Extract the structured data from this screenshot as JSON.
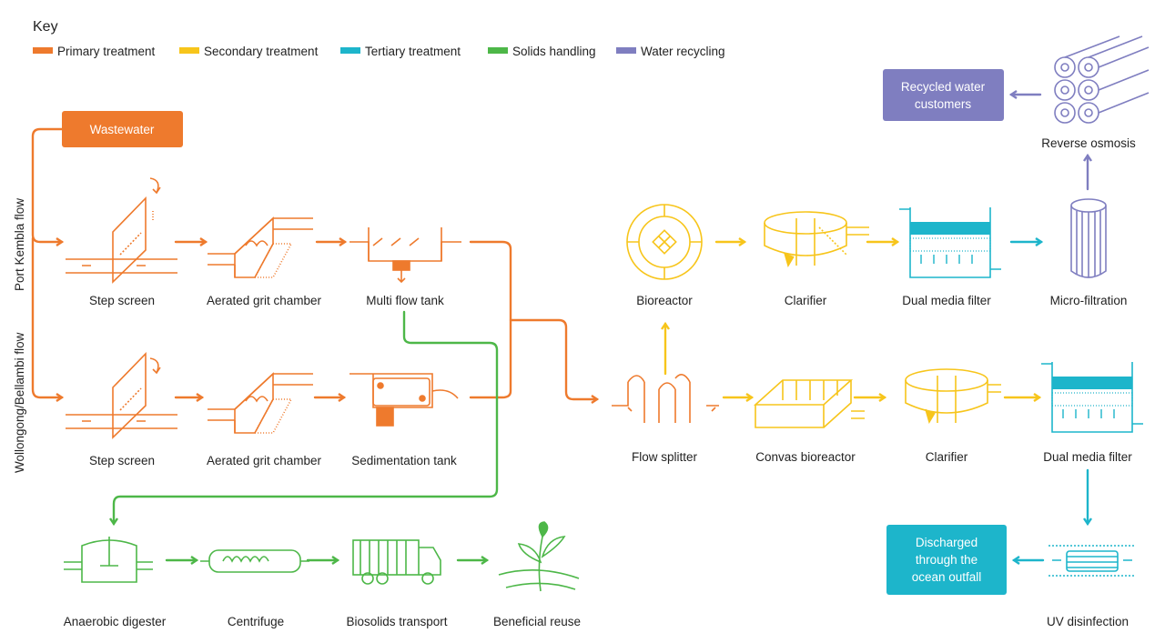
{
  "key": {
    "title": "Key",
    "items": [
      {
        "label": "Primary treatment",
        "color": "#EE7A2D"
      },
      {
        "label": "Secondary treatment",
        "color": "#F7C51B"
      },
      {
        "label": "Tertiary treatment",
        "color": "#1DB5CB"
      },
      {
        "label": "Solids handling",
        "color": "#4DB748"
      },
      {
        "label": "Water recycling",
        "color": "#7F7EC0"
      }
    ]
  },
  "flows": {
    "port_kembla": "Port Kembla flow",
    "wollongong": "Wollongong/Bellambi flow"
  },
  "boxes": {
    "wastewater": "Wastewater",
    "recycled_line1": "Recycled water",
    "recycled_line2": "customers",
    "discharged_line1": "Discharged",
    "discharged_line2": "through the",
    "discharged_line3": "ocean outfall"
  },
  "stages": {
    "step_screen_top": "Step screen",
    "grit_top": "Aerated grit chamber",
    "multi_flow_tank": "Multi flow tank",
    "step_screen_bottom": "Step screen",
    "grit_bottom": "Aerated grit chamber",
    "sedimentation_tank": "Sedimentation tank",
    "bioreactor": "Bioreactor",
    "clarifier_top": "Clarifier",
    "dual_media_top": "Dual media filter",
    "micro_filtration": "Micro-filtration",
    "reverse_osmosis": "Reverse osmosis",
    "flow_splitter": "Flow splitter",
    "convas_bioreactor": "Convas bioreactor",
    "clarifier_bottom": "Clarifier",
    "dual_media_bottom": "Dual media filter",
    "uv_disinfection": "UV disinfection",
    "anaerobic_digester": "Anaerobic digester",
    "centrifuge": "Centrifuge",
    "biosolids_transport": "Biosolids transport",
    "beneficial_reuse": "Beneficial reuse"
  }
}
